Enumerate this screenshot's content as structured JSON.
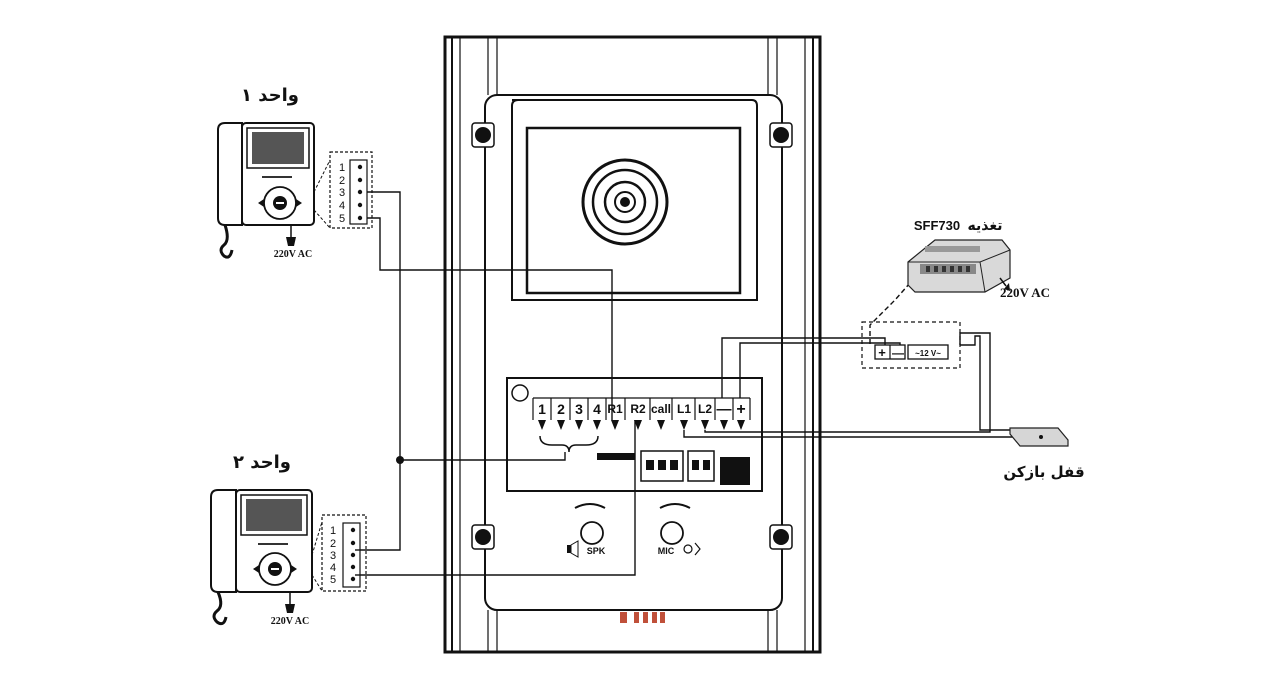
{
  "units": [
    {
      "id": "unit-1",
      "label": "واحد ۱",
      "power": "220V AC",
      "pins": [
        "1",
        "2",
        "3",
        "4",
        "5"
      ]
    },
    {
      "id": "unit-2",
      "label": "واحد ۲",
      "power": "220V AC",
      "pins": [
        "1",
        "2",
        "3",
        "4",
        "5"
      ]
    }
  ],
  "panel": {
    "terminals": [
      "1",
      "2",
      "3",
      "4",
      "R1",
      "R2",
      "call",
      "L1",
      "L2",
      "—",
      "+"
    ],
    "speaker_label": "SPK",
    "mic_label": "MIC"
  },
  "power_supply": {
    "label": "تغذیه",
    "model": "SFF730",
    "input": "220V AC",
    "plus": "+",
    "minus": "—",
    "output": "~12 V~"
  },
  "lock": {
    "label": "قفل بازکن"
  }
}
